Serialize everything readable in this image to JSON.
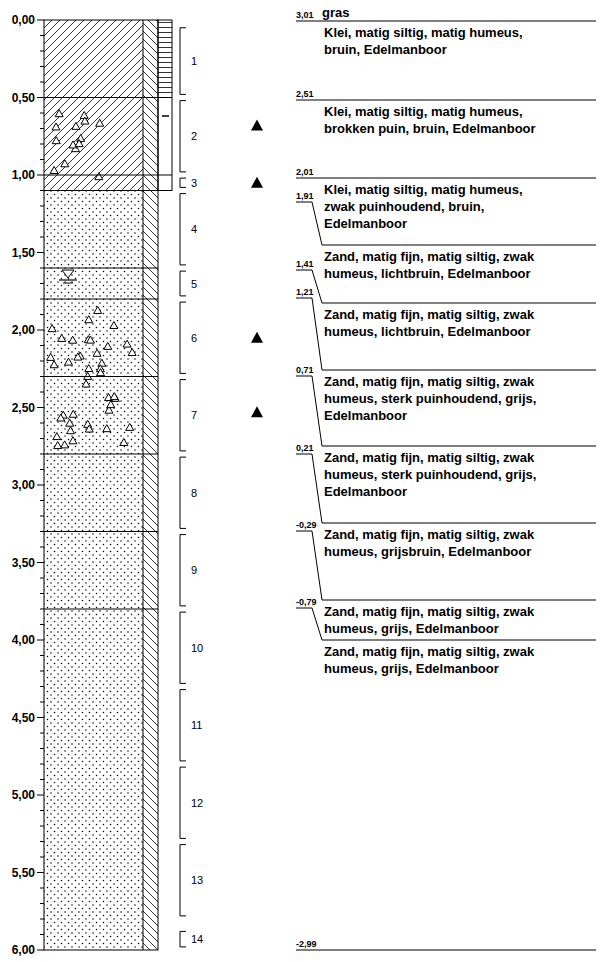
{
  "diagram": {
    "labels": [
      "0,00",
      "0,50",
      "1,00",
      "1,50",
      "2,00",
      "2,50",
      "3,00",
      "3,50",
      "4,00",
      "4,50",
      "5,00",
      "5,50",
      "6,00",
      "1",
      "2",
      "3",
      "4",
      "5",
      "6",
      "7",
      "8",
      "9",
      "10",
      "11",
      "12",
      "13",
      "14",
      "3,01",
      "gras",
      "Klei, matig siltig, matig humeus, bruin, Edelmanboor",
      "2,51",
      "Klei, matig siltig, matig humeus, brokken puin, bruin, Edelmanboor",
      "2,01",
      "1,91",
      "Klei, matig siltig, matig humeus, zwak puinhoudend, bruin, Edelmanboor",
      "1,41",
      "1,21",
      "Zand, matig fijn, matig siltig, zwak humeus, lichtbruin, Edelmanboor",
      "Zand, matig fijn, matig siltig, zwak humeus, lichtbruin, Edelmanboor",
      "0,71",
      "Zand, matig fijn, matig siltig, zwak humeus, sterk puinhoudend, grijs, Edelmanboor",
      "0,21",
      "Zand, matig fijn, matig siltig, zwak humeus, sterk puinhoudend, grijs, Edelmanboor",
      "-0,29",
      "Zand, matig fijn, matig siltig, zwak humeus, grijsbruin, Edelmanboor",
      "-0,79",
      "Zand, matig fijn, matig siltig, zwak humeus, grijs, Edelmanboor",
      "Zand, matig fijn, matig siltig, zwak humeus, grijs, Edelmanboor",
      "-2,99"
    ]
  }
}
